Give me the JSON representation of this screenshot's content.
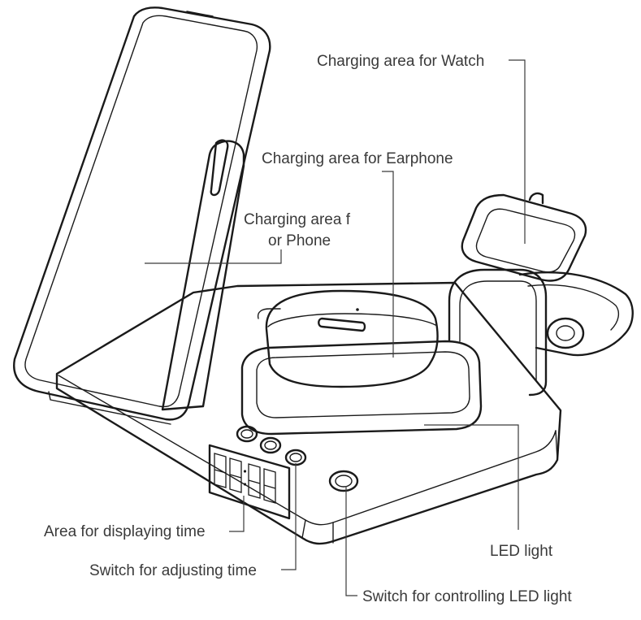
{
  "labels": {
    "watch": "Charging area for Watch",
    "earphone": "Charging area for Earphone",
    "phone_line1": "Charging area f",
    "phone_line2": "or Phone",
    "time_display": "Area for displaying time",
    "adjust_switch": "Switch for adjusting time",
    "led_light": "LED light",
    "led_switch": "Switch for controlling LED light"
  },
  "icons": {
    "phone": "smartphone-icon",
    "earbuds": "earbuds-case-icon",
    "watch": "smartwatch-icon",
    "clock_display": "digital-clock-icon"
  }
}
